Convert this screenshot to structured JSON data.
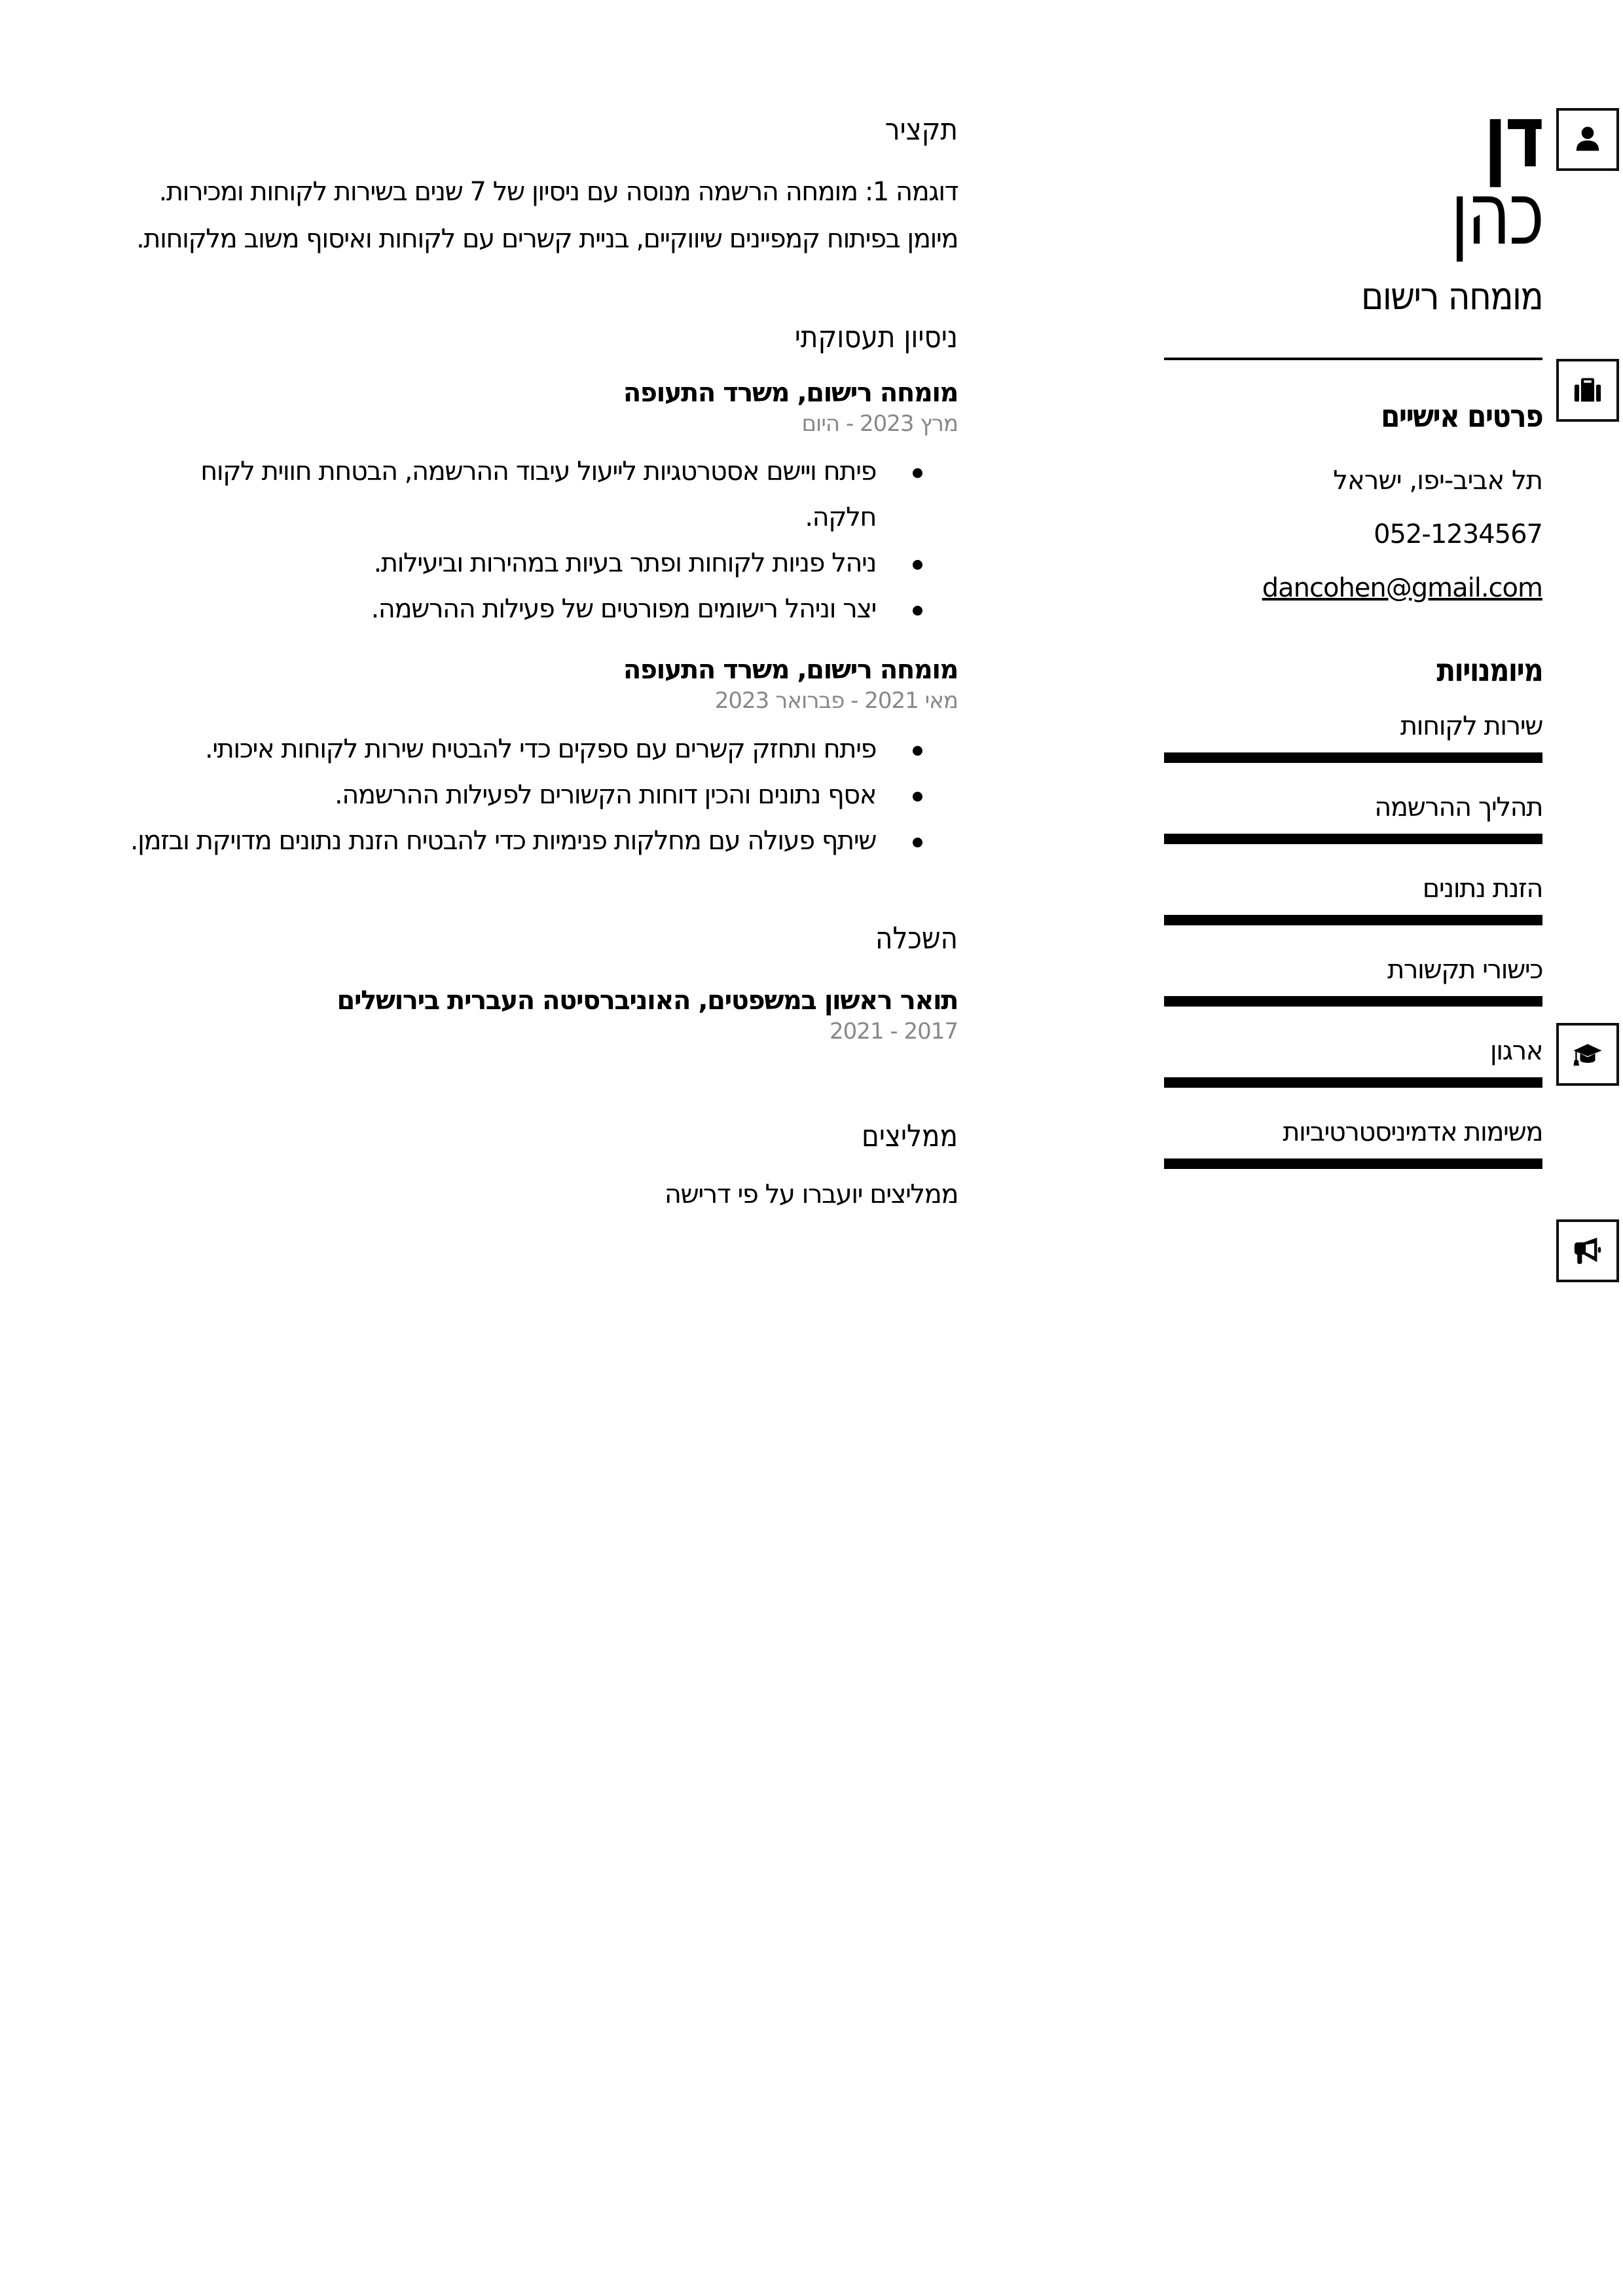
{
  "profile": {
    "first_name": "דן",
    "last_name": "כהן",
    "title": "מומחה רישום"
  },
  "personal": {
    "heading": "פרטים אישיים",
    "location": "תל אביב-יפו, ישראל",
    "phone": "052-1234567",
    "email": "dancohen@gmail.com"
  },
  "skills": {
    "heading": "מיומנויות",
    "items": [
      {
        "label": "שירות לקוחות"
      },
      {
        "label": "תהליך ההרשמה"
      },
      {
        "label": "הזנת נתונים"
      },
      {
        "label": "כישורי תקשורת"
      },
      {
        "label": "ארגון"
      },
      {
        "label": "משימות אדמיניסטרטיביות"
      }
    ]
  },
  "summary": {
    "heading": "תקציר",
    "text": "דוגמה 1: מומחה הרשמה מנוסה עם ניסיון של 7 שנים בשירות לקוחות ומכירות. מיומן בפיתוח קמפיינים שיווקיים, בניית קשרים עם לקוחות ואיסוף משוב מלקוחות."
  },
  "experience": {
    "heading": "ניסיון תעסוקתי",
    "jobs": [
      {
        "title": "מומחה רישום, משרד התעופה",
        "dates": "מרץ 2023 - היום",
        "bullets": [
          "פיתח ויישם אסטרטגיות לייעול עיבוד ההרשמה, הבטחת חווית לקוח חלקה.",
          "ניהל פניות לקוחות ופתר בעיות במהירות וביעילות.",
          "יצר וניהל רישומים מפורטים של פעילות ההרשמה."
        ]
      },
      {
        "title": "מומחה רישום, משרד התעופה",
        "dates": "מאי 2021 - פברואר 2023",
        "bullets": [
          "פיתח ותחזק קשרים עם ספקים כדי להבטיח שירות לקוחות איכותי.",
          "אסף נתונים והכין דוחות הקשורים לפעילות ההרשמה.",
          "שיתף פעולה עם מחלקות פנימיות כדי להבטיח הזנת נתונים מדויקת ובזמן."
        ]
      }
    ]
  },
  "education": {
    "heading": "השכלה",
    "degree": "תואר ראשון במשפטים, האוניברסיטה העברית בירושלים",
    "dates": "2017 - 2021"
  },
  "references": {
    "heading": "ממליצים",
    "text": "ממליצים יועברו על פי דרישה"
  },
  "icons": {
    "profile": "person-icon",
    "experience": "briefcase-icon",
    "education": "graduation-cap-icon",
    "references": "megaphone-icon"
  },
  "colors": {
    "text": "#000000",
    "date_gray": "#888888",
    "background": "#ffffff"
  }
}
